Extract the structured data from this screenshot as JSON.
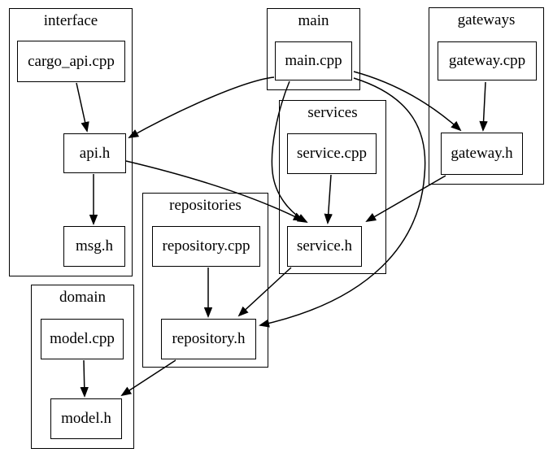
{
  "canvas": {
    "background": "#ffffff",
    "stroke": "#000000"
  },
  "clusters": {
    "interface": {
      "label": "interface"
    },
    "main": {
      "label": "main"
    },
    "gateways": {
      "label": "gateways"
    },
    "services": {
      "label": "services"
    },
    "repositories": {
      "label": "repositories"
    },
    "domain": {
      "label": "domain"
    }
  },
  "nodes": {
    "cargo_api_cpp": {
      "label": "cargo_api.cpp",
      "cluster": "interface"
    },
    "api_h": {
      "label": "api.h",
      "cluster": "interface"
    },
    "msg_h": {
      "label": "msg.h",
      "cluster": "interface"
    },
    "main_cpp": {
      "label": "main.cpp",
      "cluster": "main"
    },
    "gateway_cpp": {
      "label": "gateway.cpp",
      "cluster": "gateways"
    },
    "gateway_h": {
      "label": "gateway.h",
      "cluster": "gateways"
    },
    "service_cpp": {
      "label": "service.cpp",
      "cluster": "services"
    },
    "service_h": {
      "label": "service.h",
      "cluster": "services"
    },
    "repository_cpp": {
      "label": "repository.cpp",
      "cluster": "repositories"
    },
    "repository_h": {
      "label": "repository.h",
      "cluster": "repositories"
    },
    "model_cpp": {
      "label": "model.cpp",
      "cluster": "domain"
    },
    "model_h": {
      "label": "model.h",
      "cluster": "domain"
    }
  },
  "edges": [
    {
      "from": "cargo_api.cpp",
      "to": "api.h"
    },
    {
      "from": "api.h",
      "to": "msg.h"
    },
    {
      "from": "main.cpp",
      "to": "api.h"
    },
    {
      "from": "api.h",
      "to": "service.h"
    },
    {
      "from": "main.cpp",
      "to": "service.h"
    },
    {
      "from": "main.cpp",
      "to": "gateway.h"
    },
    {
      "from": "main.cpp",
      "to": "repository.h"
    },
    {
      "from": "gateway.cpp",
      "to": "gateway.h"
    },
    {
      "from": "gateway.h",
      "to": "service.h"
    },
    {
      "from": "service.cpp",
      "to": "service.h"
    },
    {
      "from": "service.h",
      "to": "repository.h"
    },
    {
      "from": "repository.cpp",
      "to": "repository.h"
    },
    {
      "from": "repository.h",
      "to": "model.h"
    },
    {
      "from": "model.cpp",
      "to": "model.h"
    }
  ]
}
